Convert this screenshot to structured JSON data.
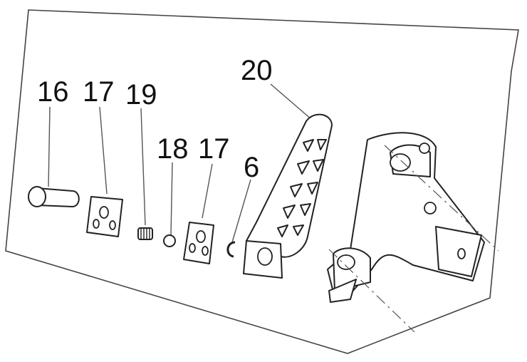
{
  "diagram": {
    "labels": {
      "p16": "16",
      "p17a": "17",
      "p19": "19",
      "p18": "18",
      "p17b": "17",
      "p6": "6",
      "p20": "20"
    }
  }
}
